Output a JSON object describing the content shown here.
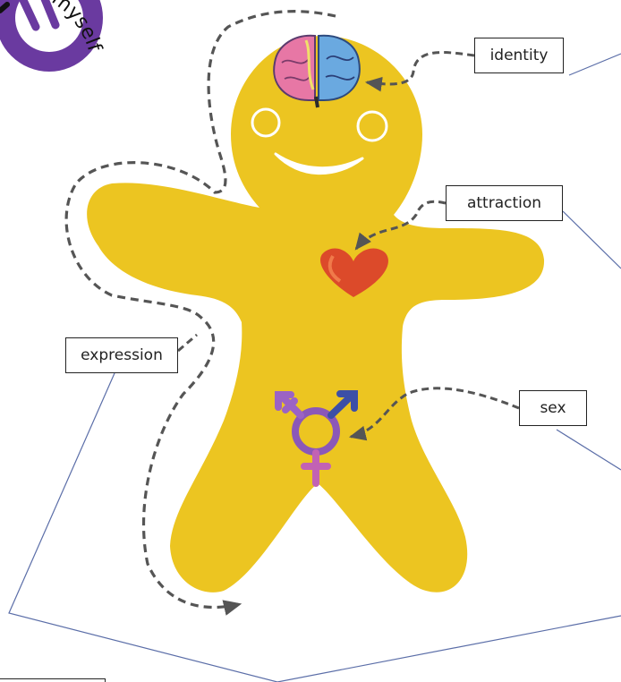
{
  "labels": {
    "identity": "identity",
    "attraction": "attraction",
    "expression": "expression",
    "sex": "sex"
  },
  "badge": {
    "arc_text": "be myself"
  },
  "colors": {
    "body": "#ecc521",
    "heart": "#dc4a2a",
    "badge": "#6a3aa0",
    "symbol_purple": "#8b58b8",
    "symbol_blue": "#3c4fa7",
    "symbol_pink": "#c262b4",
    "dashed": "#555555",
    "leader_line": "#5b6ea8"
  }
}
